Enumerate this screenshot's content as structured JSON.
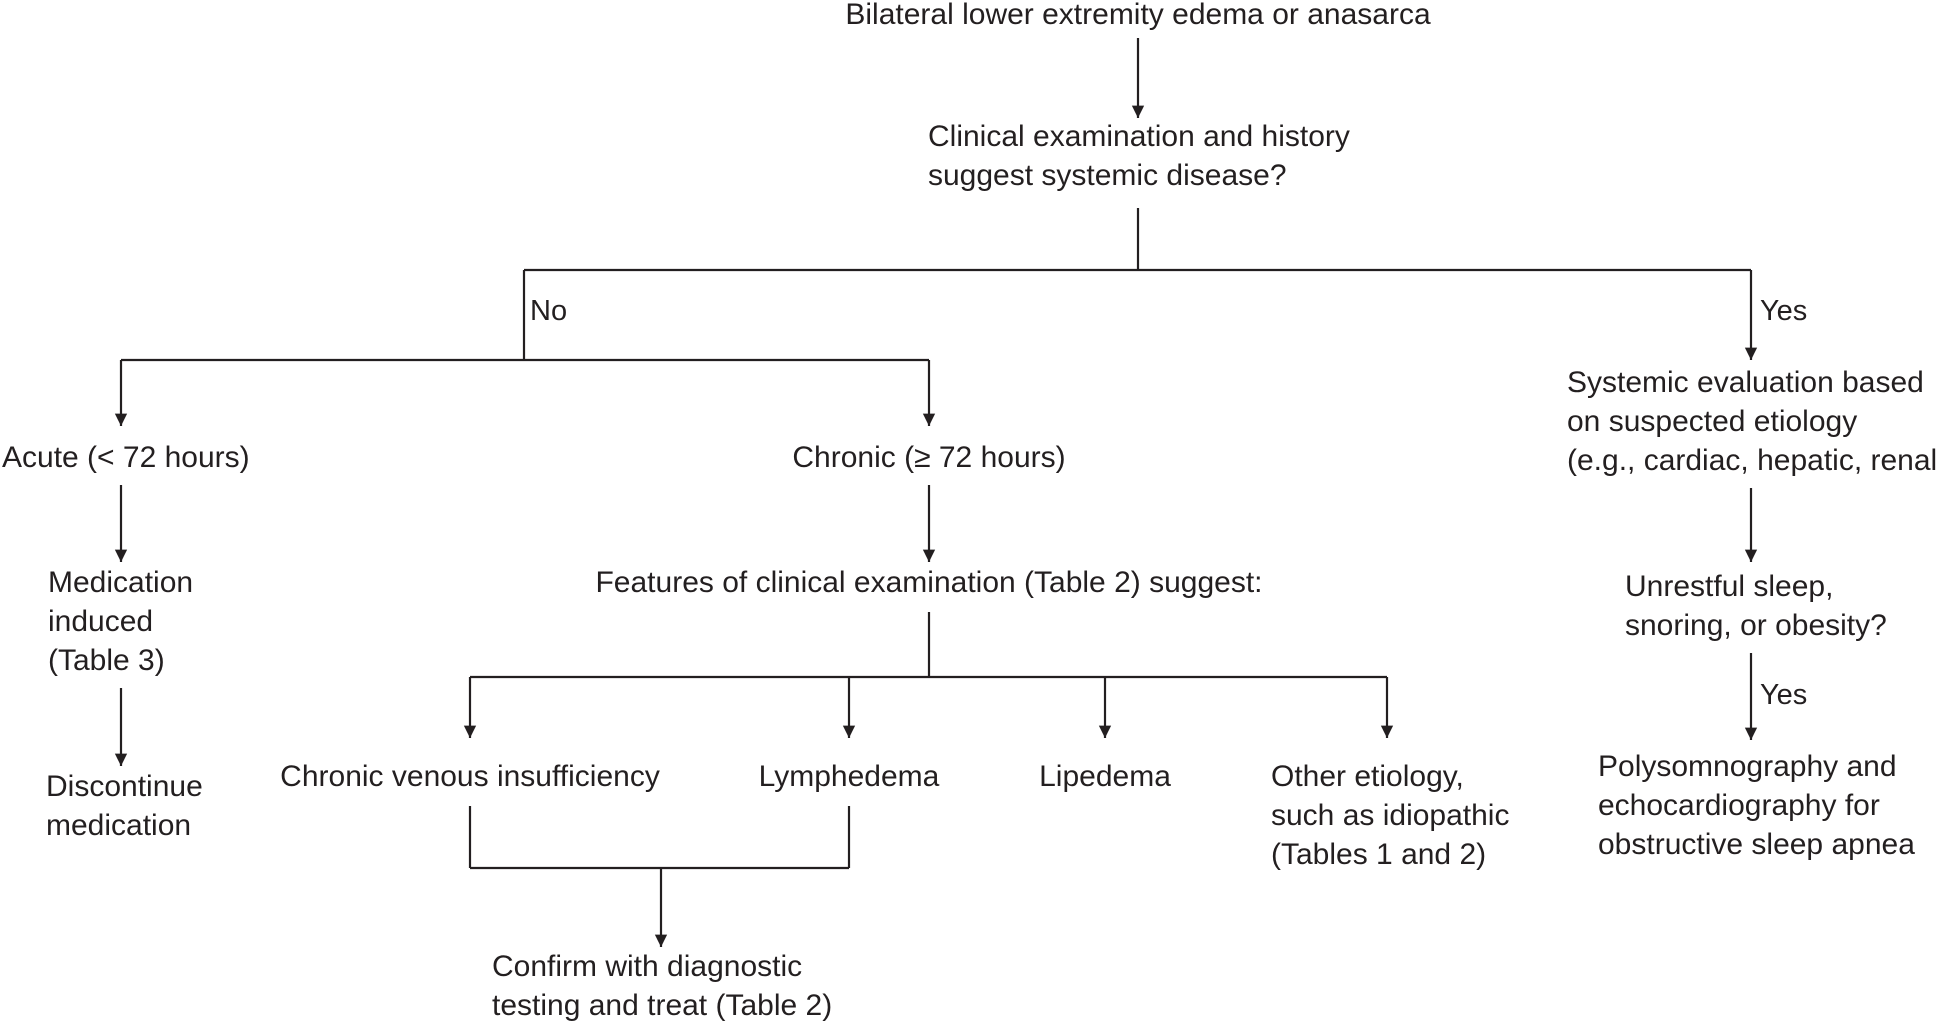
{
  "nodes": {
    "start": [
      "Bilateral lower extremity edema or anasarca"
    ],
    "systemic_question": [
      "Clinical examination and history",
      "suggest systemic disease?"
    ],
    "acute": [
      "Acute (< 72 hours)"
    ],
    "chronic": [
      "Chronic (≥ 72 hours)"
    ],
    "systemic_eval": [
      "Systemic evaluation based",
      "on suspected etiology",
      "(e.g., cardiac, hepatic, renal)"
    ],
    "medication_induced": [
      "Medication",
      "induced",
      "(Table 3)"
    ],
    "exam_features": [
      "Features of clinical examination (Table 2) suggest:"
    ],
    "sleep_question": [
      "Unrestful sleep,",
      "snoring, or obesity?"
    ],
    "discontinue": [
      "Discontinue",
      "medication"
    ],
    "cvi": [
      "Chronic venous insufficiency"
    ],
    "lymphedema": [
      "Lymphedema"
    ],
    "lipedema": [
      "Lipedema"
    ],
    "other": [
      "Other etiology,",
      "such as idiopathic",
      "(Tables 1 and 2)"
    ],
    "polysomnography": [
      "Polysomnography and",
      "echocardiography for",
      "obstructive sleep apnea"
    ],
    "confirm": [
      "Confirm with diagnostic",
      "testing and treat (Table 2)"
    ]
  },
  "branch_labels": {
    "no": "No",
    "yes_systemic": "Yes",
    "yes_sleep": "Yes"
  },
  "colors": {
    "ink": "#231f20",
    "background": "#ffffff"
  }
}
